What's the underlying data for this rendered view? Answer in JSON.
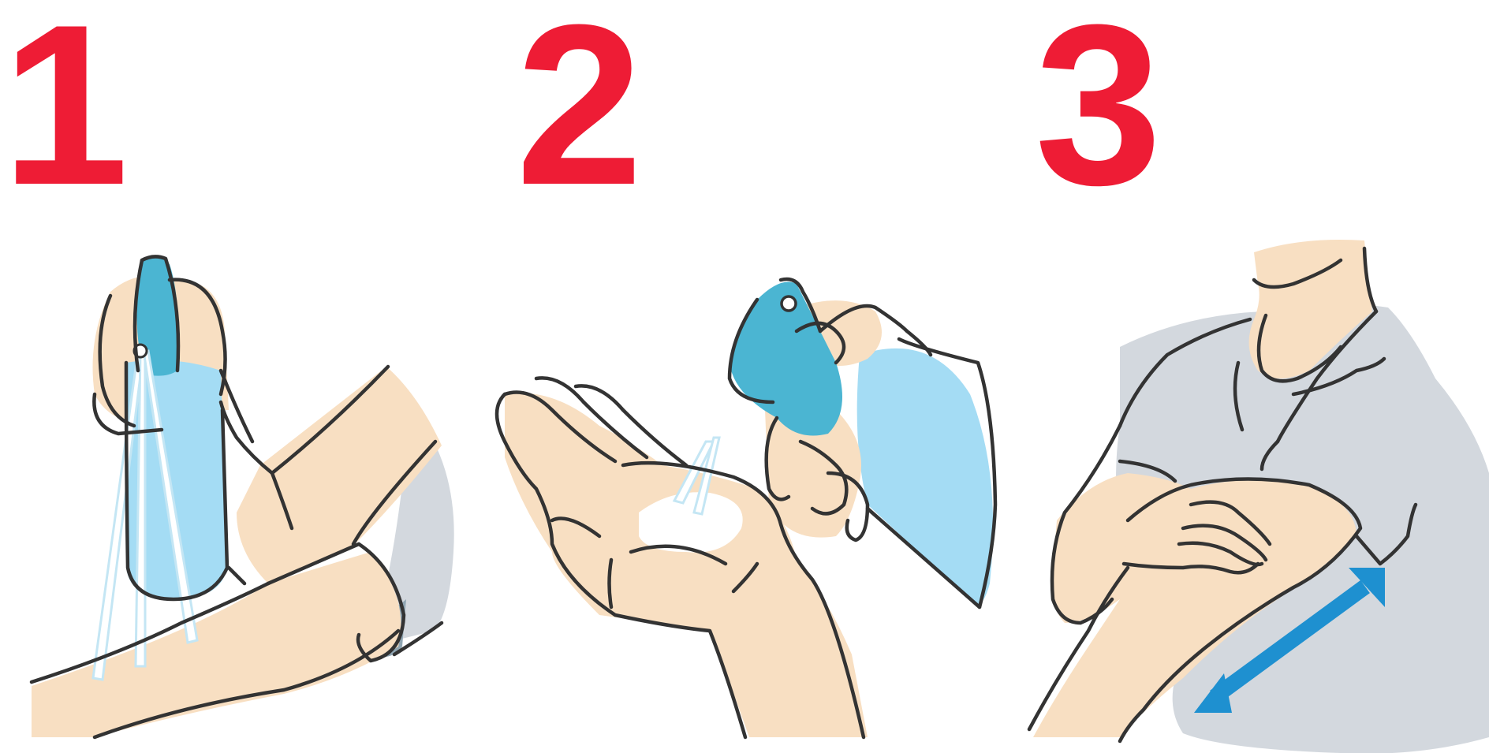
{
  "steps": [
    {
      "number": "1",
      "illustration": "spray-bottle-on-forearm"
    },
    {
      "number": "2",
      "illustration": "foam-pump-into-palm"
    },
    {
      "number": "3",
      "illustration": "rub-product-on-arm"
    }
  ],
  "colors": {
    "step_number": "#ee1c35",
    "skin": "#f8dfc2",
    "bottle": "#4bb5d2",
    "bottle_light": "#a4dcf4",
    "clothing_grey": "#d3d8de",
    "arrow": "#1e90d0",
    "outline": "#333333"
  },
  "icons": {
    "step1": "spray-bottle-icon",
    "step2": "pump-bottle-icon",
    "step3": "double-arrow-icon"
  }
}
